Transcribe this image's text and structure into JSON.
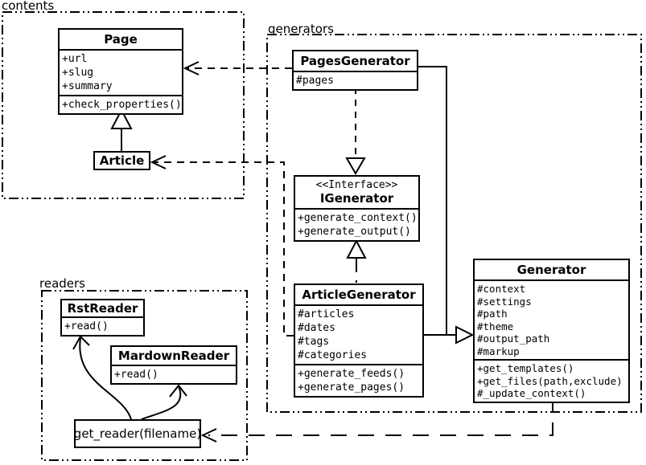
{
  "diagram": {
    "packages": {
      "contents": {
        "label": "contents"
      },
      "generators": {
        "label": "generators"
      },
      "readers": {
        "label": "readers"
      }
    },
    "classes": {
      "page": {
        "name": "Page",
        "attrs": [
          "+url",
          "+slug",
          "+summary"
        ],
        "methods": [
          "+check_properties()"
        ]
      },
      "article": {
        "name": "Article"
      },
      "pages_generator": {
        "name": "PagesGenerator",
        "attrs": [
          "#pages"
        ]
      },
      "igenerator": {
        "stereotype": "<<Interface>>",
        "name": "IGenerator",
        "methods": [
          "+generate_context()",
          "+generate_output()"
        ]
      },
      "article_generator": {
        "name": "ArticleGenerator",
        "attrs": [
          "#articles",
          "#dates",
          "#tags",
          "#categories"
        ],
        "methods": [
          "+generate_feeds()",
          "+generate_pages()"
        ]
      },
      "generator": {
        "name": "Generator",
        "attrs": [
          "#context",
          "#settings",
          "#path",
          "#theme",
          "#output_path",
          "#markup"
        ],
        "methods": [
          "+get_templates()",
          "+get_files(path,exclude)",
          "#_update_context()"
        ]
      },
      "rst_reader": {
        "name": "RstReader",
        "methods": [
          "+read()"
        ]
      },
      "markdown_reader": {
        "name": "MardownReader",
        "methods": [
          "+read()"
        ]
      },
      "get_reader": {
        "label": "get_reader(filename)"
      }
    },
    "colors": {
      "stroke": "#000000",
      "background": "#ffffff"
    }
  }
}
